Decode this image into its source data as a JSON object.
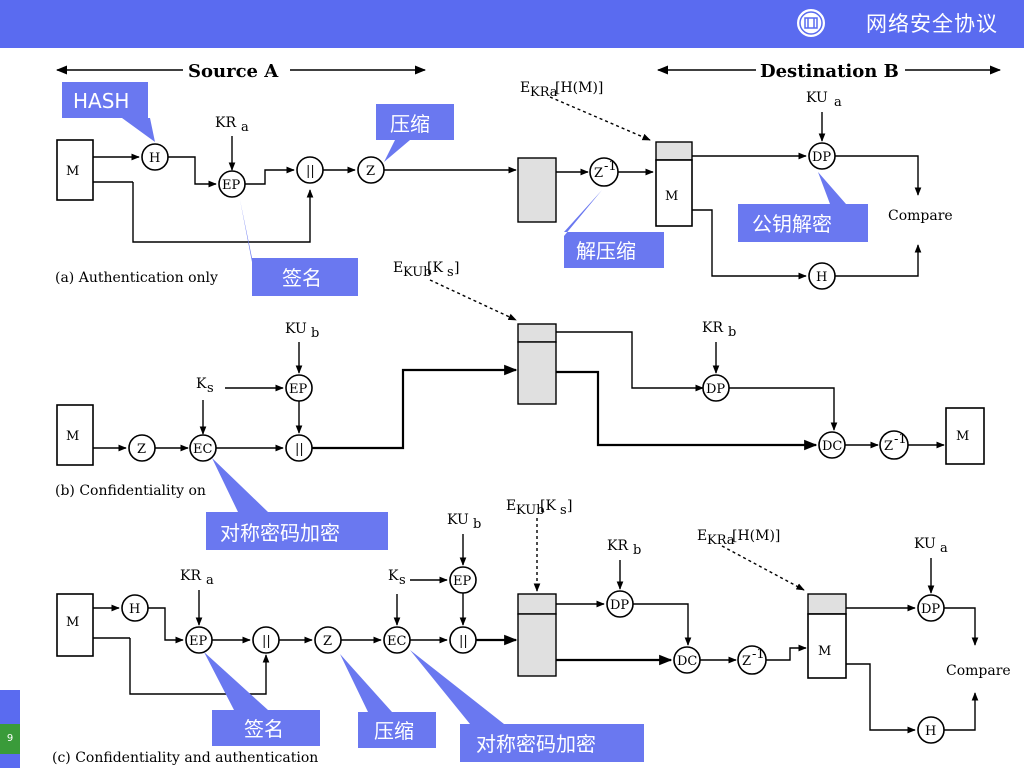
{
  "header": {
    "title": "网络安全协议"
  },
  "page_number": "9",
  "labels": {
    "source": "Source A",
    "destination": "Destination B",
    "a_caption": "(a) Authentication only",
    "b_caption": "(b) Confidentiality on",
    "c_caption": "(c) Confidentiality and authentication",
    "compare": "Compare",
    "m": "M",
    "ekra_hm": "E",
    "ekra_sub": "KRa",
    "ekra_rest": "[H(M)]",
    "ekub_e": "E",
    "ekub_sub": "KUb",
    "ekub_rest": "[K",
    "ekub_s": "s",
    "ekub_end": "]",
    "kr": "KR",
    "ku": "KU",
    "k": "K",
    "sub_a": "a",
    "sub_b": "b",
    "sub_s": "s"
  },
  "nodes": {
    "h": "H",
    "ep": "EP",
    "dp": "DP",
    "ec": "EC",
    "dc": "DC",
    "z": "Z",
    "zi": "Z",
    "zi_sup": "-1",
    "concat": "||"
  },
  "callouts": {
    "hash": "HASH",
    "compress": "压缩",
    "sign": "签名",
    "decompress": "解压缩",
    "pub_decrypt": "公钥解密",
    "sym_encrypt": "对称密码加密",
    "sign2": "签名",
    "compress2": "压缩",
    "sym_encrypt2": "对称密码加密"
  },
  "colors": {
    "header": "#5a6bf0",
    "callout": "#6a78f0",
    "page_badge": "#3a9b3a"
  }
}
